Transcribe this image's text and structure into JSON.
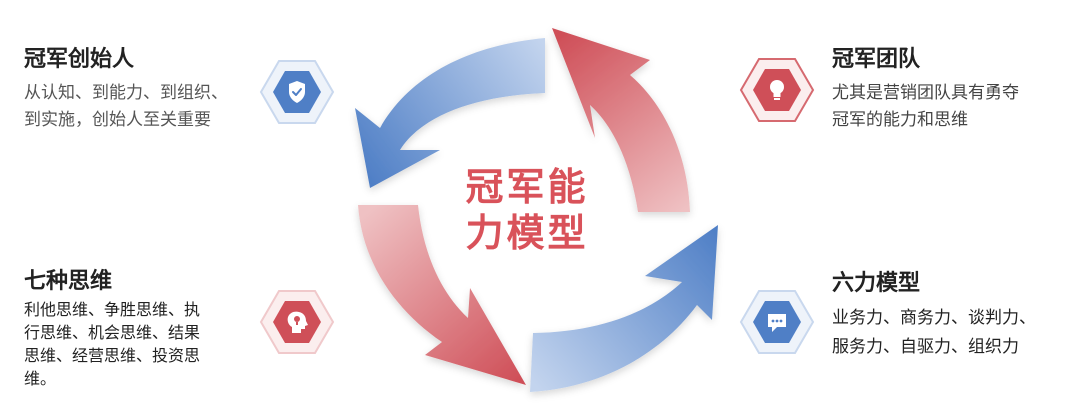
{
  "center": {
    "line1": "冠军能",
    "line2": "力模型"
  },
  "blocks": [
    {
      "id": "top-left",
      "title": "冠军创始人",
      "lines": [
        "从认知、到能力、到组织、",
        "到实施，创始人至关重要"
      ],
      "icon": "shield-check-icon",
      "color": "#4f7fc6"
    },
    {
      "id": "top-right",
      "title": "冠军团队",
      "lines": [
        "尤其是营销团队具有勇夺",
        "冠军的能力和思维"
      ],
      "icon": "lightbulb-icon",
      "color": "#cf4f58"
    },
    {
      "id": "bottom-left",
      "title": "七种思维",
      "lines": [
        "利他思维、争胜思维、执",
        "行思维、机会思维、结果",
        "思维、经营思维、投资思",
        "维。"
      ],
      "icon": "head-bulb-icon",
      "color": "#cf4f58"
    },
    {
      "id": "bottom-right",
      "title": "六力模型",
      "lines": [
        "业务力、商务力、谈判力、",
        "服务力、自驱力、组织力"
      ],
      "icon": "chat-bubble-icon",
      "color": "#4f7fc6"
    }
  ],
  "colors": {
    "blue": "#4f7fc6",
    "blue_light": "#c3d4ee",
    "red": "#cf4f58",
    "red_light": "#efc1c3",
    "center_text": "#d9525a"
  }
}
